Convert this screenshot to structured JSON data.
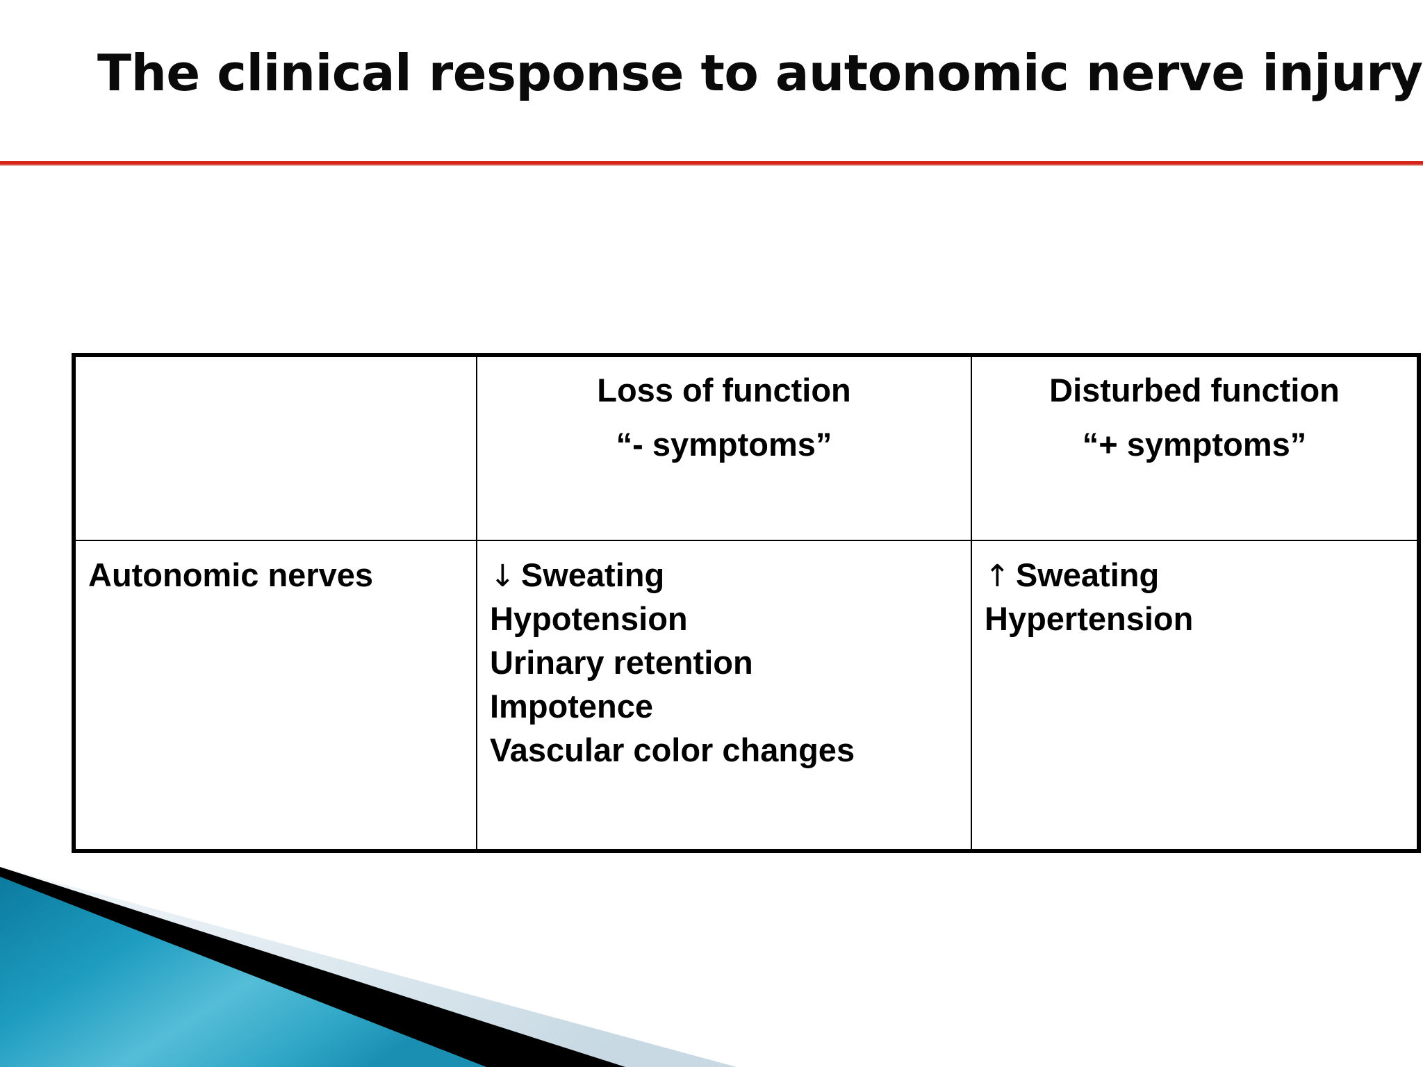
{
  "slide": {
    "title": "The clinical response to autonomic nerve injury",
    "accent_rule_color": "#d62418",
    "background_color": "#ffffff",
    "text_color": "#000000"
  },
  "table": {
    "columns": [
      {
        "key": "row_label",
        "header_line1": "",
        "header_line2": ""
      },
      {
        "key": "loss",
        "header_line1": "Loss of function",
        "header_line2": "“- symptoms”"
      },
      {
        "key": "disturbed",
        "header_line1": "Disturbed function",
        "header_line2": "“+ symptoms”"
      }
    ],
    "rows": [
      {
        "label": "Autonomic nerves",
        "loss_items": [
          {
            "arrow": "↓",
            "text": "Sweating"
          },
          {
            "arrow": "",
            "text": "Hypotension"
          },
          {
            "arrow": "",
            "text": "Urinary retention"
          },
          {
            "arrow": "",
            "text": "Impotence"
          },
          {
            "arrow": "",
            "text": "Vascular color changes"
          }
        ],
        "disturbed_items": [
          {
            "arrow": "↑",
            "text": "Sweating"
          },
          {
            "arrow": "",
            "text": "Hypertension"
          }
        ]
      }
    ]
  },
  "decoration": {
    "corner_name": "bottom-left-angled-banner",
    "teal_dark": "#0d7fa2",
    "teal_light": "#63c4dd",
    "black": "#000000",
    "pale_blue": "#dde7ed"
  }
}
